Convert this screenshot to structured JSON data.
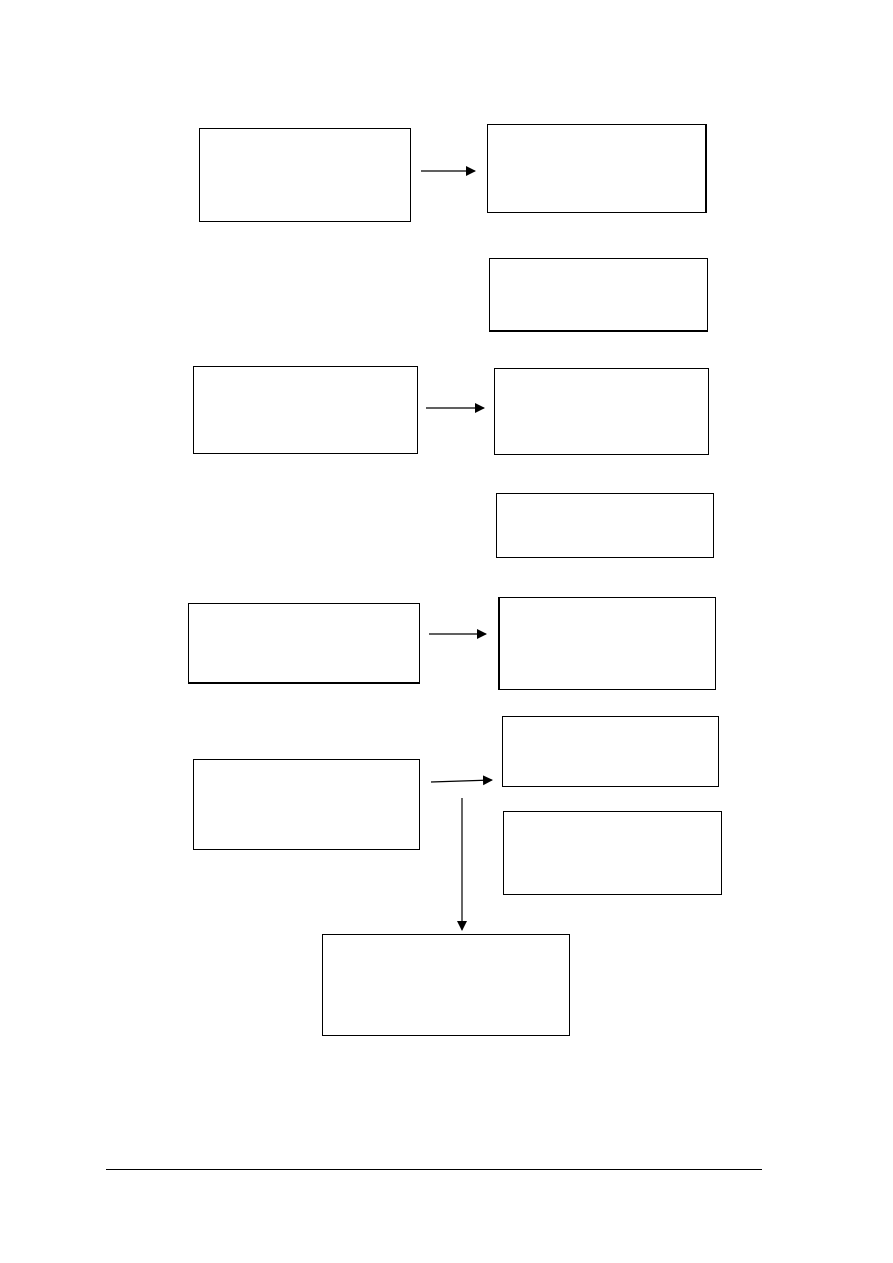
{
  "diagram": {
    "boxes": [
      {
        "id": "b1",
        "text": ""
      },
      {
        "id": "b2",
        "text": ""
      },
      {
        "id": "b3",
        "text": ""
      },
      {
        "id": "b4",
        "text": ""
      },
      {
        "id": "b5",
        "text": ""
      },
      {
        "id": "b6",
        "text": ""
      },
      {
        "id": "b7",
        "text": ""
      },
      {
        "id": "b8",
        "text": ""
      },
      {
        "id": "b9",
        "text": ""
      },
      {
        "id": "b10",
        "text": ""
      },
      {
        "id": "b11",
        "text": ""
      },
      {
        "id": "b12",
        "text": ""
      }
    ],
    "edges": [
      {
        "from": "b1",
        "to": "b2"
      },
      {
        "from": "b4",
        "to": "b5"
      },
      {
        "from": "b7",
        "to": "b8"
      },
      {
        "from": "b10",
        "to": "b9"
      },
      {
        "from": "b10",
        "to": "b12"
      }
    ]
  },
  "colors": {
    "stroke": "#000000",
    "background": "#ffffff"
  }
}
